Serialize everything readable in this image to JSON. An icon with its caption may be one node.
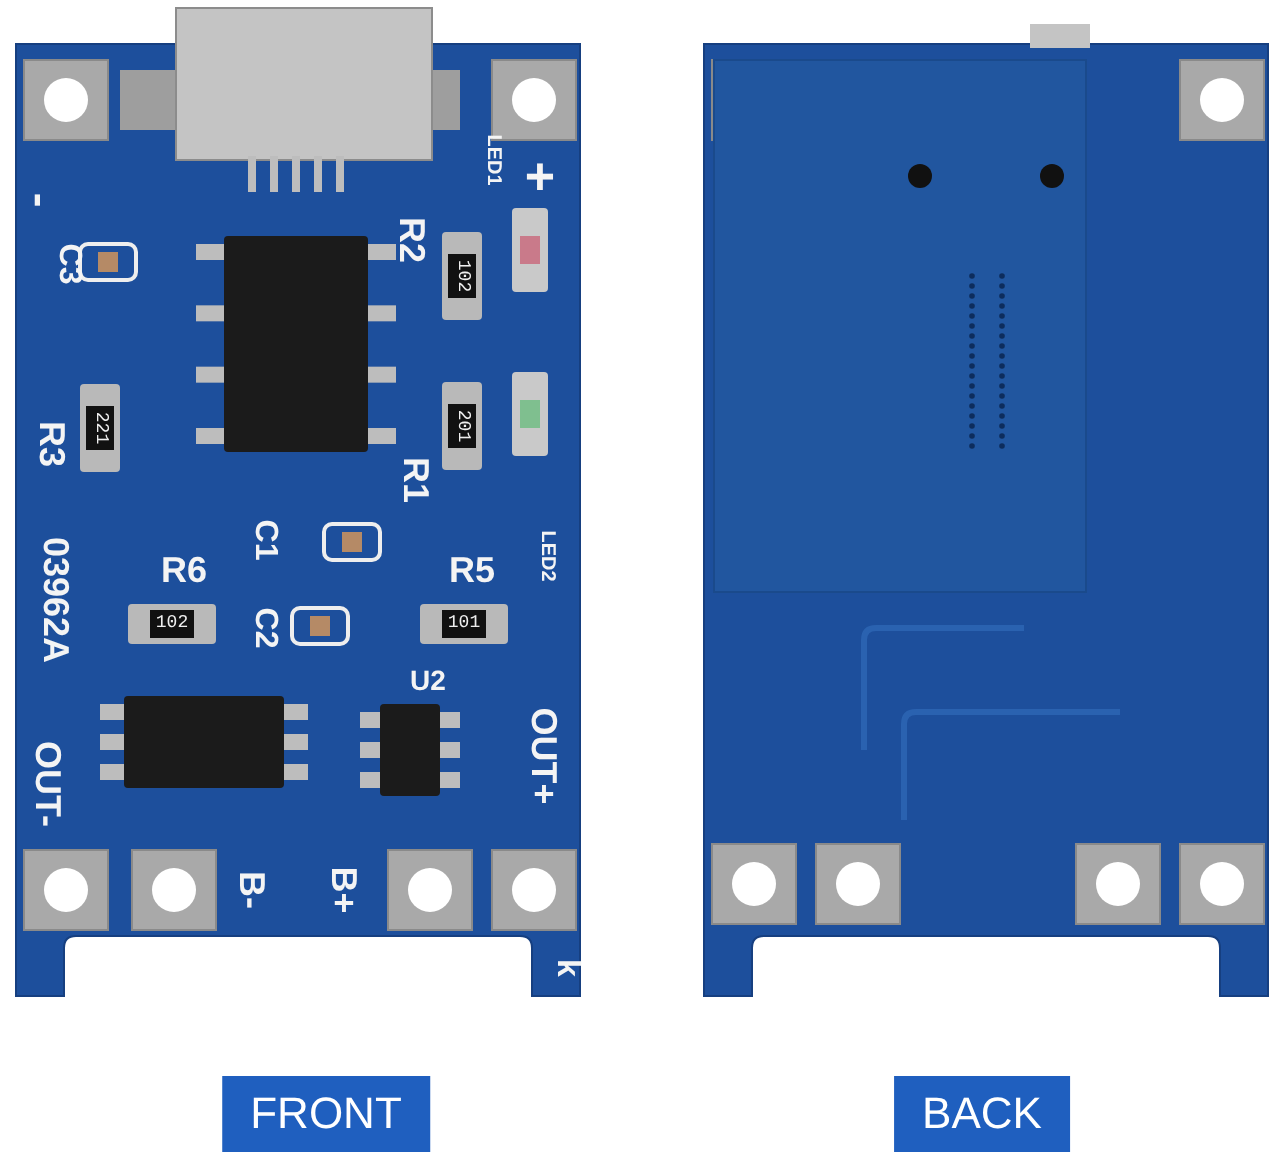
{
  "diagram": {
    "labels": [
      "-",
      "+",
      "LED1",
      "C3",
      "R2",
      "102",
      "R3",
      "221",
      "201",
      "R1",
      "C1",
      "LED2",
      "03962A",
      "R6",
      "R5",
      "102",
      "C2",
      "101",
      "U2",
      "OUT-",
      "OUT+",
      "B-",
      "B+",
      "k",
      "FRONT",
      "BACK"
    ]
  }
}
